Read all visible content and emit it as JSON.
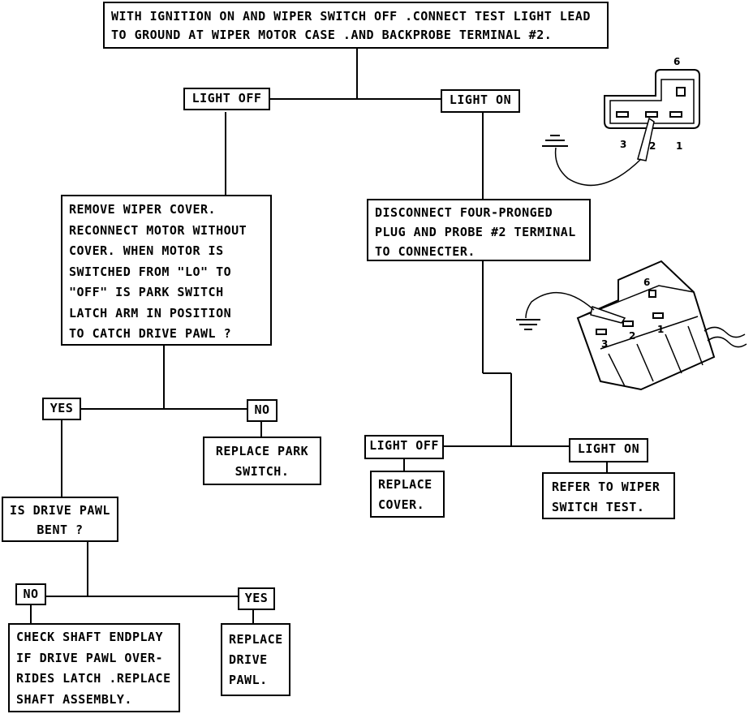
{
  "start": {
    "lines": [
      "WITH IGNITION ON AND WIPER SWITCH OFF .CONNECT TEST LIGHT LEAD",
      "TO GROUND AT WIPER MOTOR CASE .AND BACKPROBE TERMINAL #2."
    ]
  },
  "branch_left": {
    "label": "LIGHT OFF"
  },
  "branch_right": {
    "label": "LIGHT ON"
  },
  "remove_cover": {
    "lines": [
      "REMOVE WIPER COVER.",
      "RECONNECT MOTOR WITHOUT",
      "COVER. WHEN MOTOR IS",
      "SWITCHED FROM \"LO\" TO",
      "\"OFF\" IS PARK SWITCH",
      "LATCH ARM IN POSITION",
      "TO CATCH DRIVE PAWL ?"
    ]
  },
  "disconnect_plug": {
    "lines": [
      "DISCONNECT FOUR-PRONGED",
      "PLUG AND PROBE #2 TERMINAL",
      "TO CONNECTER."
    ]
  },
  "park_yes": {
    "label": "YES"
  },
  "park_no": {
    "label": "NO"
  },
  "replace_park": {
    "lines": [
      "REPLACE PARK",
      "SWITCH."
    ]
  },
  "connector_light_off": {
    "label": "LIGHT OFF"
  },
  "connector_light_on": {
    "label": "LIGHT ON"
  },
  "replace_cover": {
    "lines": [
      "REPLACE",
      "COVER."
    ]
  },
  "refer_switch": {
    "lines": [
      "REFER TO WIPER",
      "SWITCH TEST."
    ]
  },
  "pawl_question": {
    "lines": [
      "IS DRIVE PAWL",
      "BENT ?"
    ]
  },
  "pawl_no": {
    "label": "NO"
  },
  "pawl_yes": {
    "label": "YES"
  },
  "check_shaft": {
    "lines": [
      "CHECK SHAFT ENDPLAY",
      "IF DRIVE PAWL OVER-",
      "RIDES LATCH .REPLACE",
      "SHAFT ASSEMBLY."
    ]
  },
  "replace_pawl": {
    "lines": [
      "REPLACE",
      "DRIVE",
      "PAWL."
    ]
  },
  "connector_top": {
    "pins": [
      "6",
      "3",
      "2",
      "1"
    ]
  },
  "connector_bottom": {
    "pins": [
      "6",
      "3",
      "2",
      "1"
    ]
  }
}
